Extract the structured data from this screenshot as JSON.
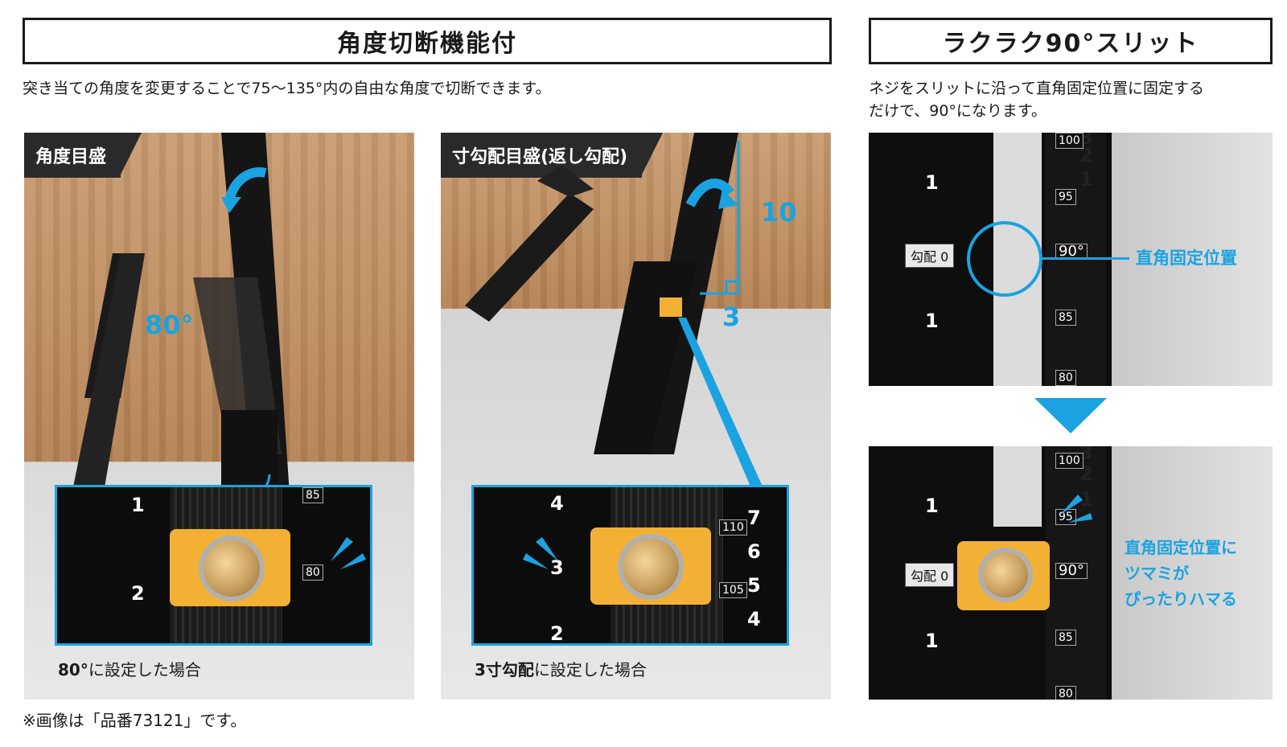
{
  "left": {
    "title": "角度切断機能付",
    "description": "突き当ての角度を変更することで75～135°内の自由な角度で切断できます。",
    "panel1": {
      "tag": "角度目盛",
      "angle": "80°",
      "inset_numbers": [
        "1",
        "2"
      ],
      "inset_ticks": [
        "85",
        "80"
      ],
      "caption_bold": "80°",
      "caption_rest": "に設定した場合"
    },
    "panel2": {
      "tag": "寸勾配目盛(返し勾配)",
      "rise": "10",
      "run": "3",
      "inset_left_numbers": [
        "4",
        "3",
        "2"
      ],
      "inset_right_numbers": [
        "7",
        "6",
        "5",
        "4"
      ],
      "inset_ticks": [
        "110",
        "105"
      ],
      "caption_bold": "3寸勾配",
      "caption_rest": "に設定した場合"
    },
    "note": "※画像は「品番73121」です。"
  },
  "right": {
    "title": "ラクラク90°スリット",
    "description_line1": "ネジをスリットに沿って直角固定位置に固定する",
    "description_line2": "だけで、90°になります。",
    "top_photo": {
      "gobai": "勾配 0",
      "numbers": [
        "1",
        "1"
      ],
      "right_numbers": [
        "3",
        "2",
        "1"
      ],
      "ticks": [
        "100",
        "95",
        "90°",
        "85",
        "80"
      ],
      "callout": "直角固定位置"
    },
    "bottom_photo": {
      "gobai": "勾配 0",
      "numbers": [
        "1",
        "1"
      ],
      "right_numbers": [
        "3",
        "2",
        "1"
      ],
      "ticks": [
        "100",
        "95",
        "90°",
        "85",
        "80"
      ],
      "callout_line1": "直角固定位置に",
      "callout_line2": "ツマミが",
      "callout_line3": "ぴったりハマる"
    }
  },
  "colors": {
    "accent_blue": "#1aa3e0",
    "slider_yellow": "#f2b134"
  }
}
